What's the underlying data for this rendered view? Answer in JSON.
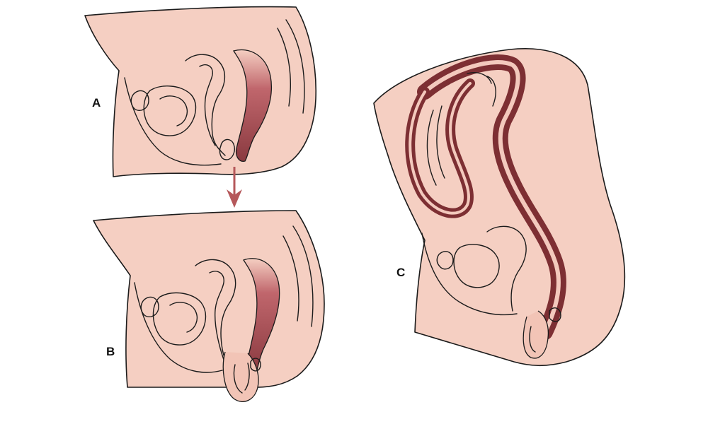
{
  "panels": {
    "a": {
      "label": "A"
    },
    "b": {
      "label": "B"
    },
    "c": {
      "label": "C"
    }
  },
  "colors": {
    "skin": "#f5cfc2",
    "skin_shadow": "#f2c4b6",
    "tissue_dark": "#7d2f33",
    "tissue_mid": "#a84a52",
    "arrow": "#b5585b",
    "outline": "#1b1b1b"
  }
}
